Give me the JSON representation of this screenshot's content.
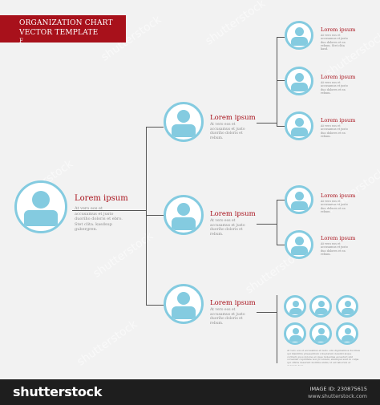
{
  "header": {
    "line1": "ORGANIZATION CHART",
    "line2": "VECTOR TEMPLATE",
    "line3": "F"
  },
  "nodes": {
    "root": {
      "title": "Lorem ipsum",
      "desc": "At vero eos et accusamus et justo duoriho doloris et ebro. Stet clita. kasdsup gubergren."
    },
    "l1a": {
      "title": "Lorem ipsum",
      "desc": "At vero eos et accusamus et justo duoriho doloris et rebum."
    },
    "l1b": {
      "title": "Lorem ipsum",
      "desc": "At vero eos et accusamus et justo duoriho doloris et rebum."
    },
    "l1c": {
      "title": "Lorem ipsum",
      "desc": "At vero eos et accusamus et justo duoriho doloris et rebum."
    },
    "r1": {
      "title": "Lorem ipsum",
      "desc": "At vero eos et accusamus et justo duo dolores et ea rebum. Stet clita kasd."
    },
    "r2": {
      "title": "Lorem ipsum",
      "desc": "At vero eos et accusamus et justo duo dolores et ea rebum."
    },
    "r3": {
      "title": "Lorem ipsum",
      "desc": "At vero eos et accusamus et justo duo dolores et ea rebum."
    },
    "r4": {
      "title": "Lorem ipsum",
      "desc": "At vero eos et accusamus et justo duo dolores et ea rebum."
    },
    "r5": {
      "title": "Lorem ipsum",
      "desc": "At vero eos et accusamus et justo duo dolores et ea rebum."
    },
    "team_desc": "At vero eos et accusamus et iusto odio dignissimos ducimus qui blanditiis praesentium voluptatum deleniti atque corrupti quos dolores et quas molestias excepturi sint occaecati cupiditate non provident, similique sunt in culpa qui officia deserunt mollitia animi, id est laborum et dolorum fuga."
  },
  "footer": {
    "brand": "shutterstock",
    "image_id": "IMAGE ID: 230875615",
    "site": "www.shutterstock.com"
  },
  "watermark": "shutterstock"
}
